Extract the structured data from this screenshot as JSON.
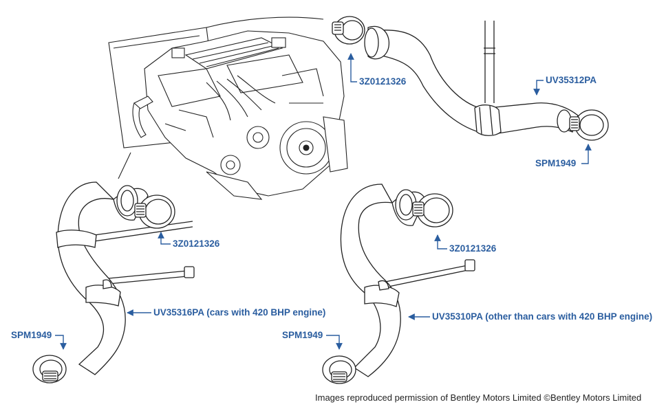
{
  "labels": {
    "top_clip": "3Z0121326",
    "top_hose": "UV35312PA",
    "top_clamp": "SPM1949",
    "left_clip": "3Z0121326",
    "left_hose": "UV35316PA (cars with 420 BHP engine)",
    "left_clamp": "SPM1949",
    "right_clip": "3Z0121326",
    "right_hose": "UV35310PA (other than cars with 420 BHP engine)",
    "right_clamp": "SPM1949"
  },
  "footer": {
    "copyright": "Images reproduced permission of Bentley Motors Limited ©Bentley Motors Limited"
  },
  "colors": {
    "label": "#2a5d9f",
    "line": "#222222"
  }
}
